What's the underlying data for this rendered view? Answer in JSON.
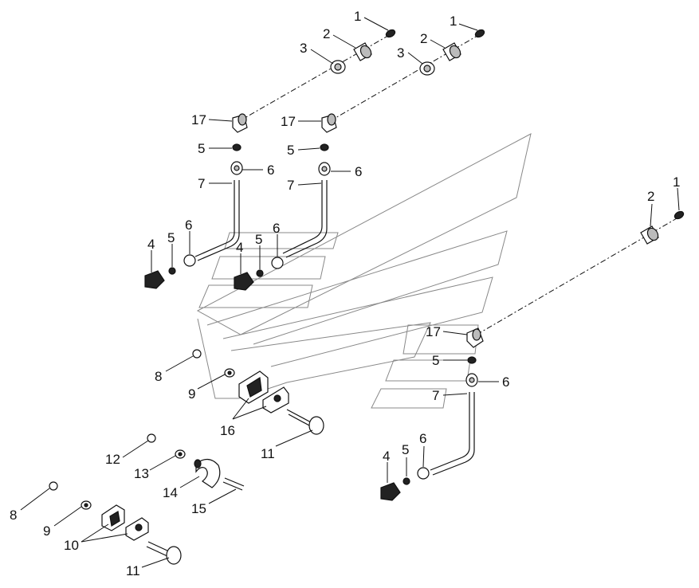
{
  "diagram": {
    "labels": {
      "one": "1",
      "two": "2",
      "three": "3",
      "four": "4",
      "five": "5",
      "six": "6",
      "seven": "7",
      "eight": "8",
      "nine": "9",
      "ten": "10",
      "eleven": "11",
      "twelve": "12",
      "thirteen": "13",
      "fourteen": "14",
      "fifteen": "15",
      "sixteen": "16",
      "seventeen": "17"
    }
  }
}
